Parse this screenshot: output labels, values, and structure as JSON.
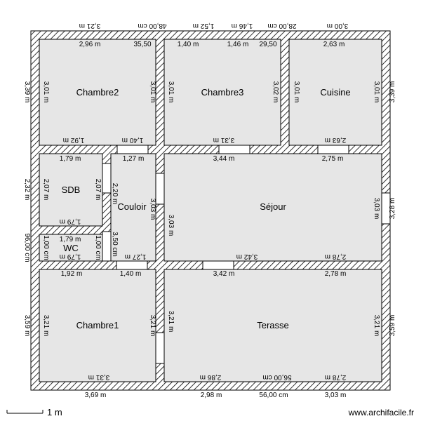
{
  "rooms": {
    "chambre2": "Chambre2",
    "chambre3": "Chambre3",
    "cuisine": "Cuisine",
    "sdb": "SDB",
    "couloir": "Couloir",
    "sejour": "Séjour",
    "wc": "WC",
    "chambre1": "Chambre1",
    "terasse": "Terasse"
  },
  "dimensions": {
    "top_outer": [
      "3,21 m",
      "48,00 cm",
      "1,52 m",
      "1,46 m",
      "28,00 cm",
      "3,00 m"
    ],
    "top_inner": [
      "2,96 m",
      "35,50",
      "1,40 m",
      "1,46 m",
      "29,50",
      "2,63 m"
    ],
    "left_outer": [
      "3,39 m",
      "2,32 m",
      "96,00 cm",
      "3,59 m"
    ],
    "right_outer": [
      "3,39 m",
      "3,28 m",
      "3,59 m"
    ],
    "bottom_outer": [
      "3,69 m",
      "2,98 m",
      "56,00 cm",
      "3,03 m"
    ],
    "chambre2_right": "3,01 m",
    "chambre2_left": "3,01 m",
    "chambre2_bottom_a": "1,92 m",
    "chambre2_bottom_b": "1,40 m",
    "chambre3_left": "3,01 m",
    "chambre3_right": "3,02 m",
    "chambre3_bottom": "3,31 m",
    "cuisine_left": "3,01 m",
    "cuisine_right": "3,01 m",
    "cuisine_bottom": "2,63 m",
    "sdb_top": "1,79 m",
    "sdb_left": "2,07 m",
    "sdb_right": "2,07 m",
    "sdb_bottom": "1,79 m",
    "couloir_top": "1,27 m",
    "couloir_left": "2,20 m",
    "couloir_right": "3,03 m",
    "couloir_left2": "3,50 cm",
    "couloir_bottom": "1,27 m",
    "sejour_top_a": "3,44 m",
    "sejour_top_b": "2,75 m",
    "sejour_left": "3,03 m",
    "sejour_right": "3,03 m",
    "sejour_bottom_a": "3,42 m",
    "sejour_bottom_b": "2,78 m",
    "wc_top": "1,79 m",
    "wc_left": "1,00 cm",
    "wc_right": "1,00 cm",
    "wc_bottom": "1,79 m",
    "chambre1_top_a": "1,92 m",
    "chambre1_top_b": "1,40 m",
    "chambre1_left": "3,21 m",
    "chambre1_right": "3,21 m",
    "chambre1_bottom": "3,31 m",
    "terasse_top_a": "3,42 m",
    "terasse_top_b": "2,78 m",
    "terasse_left": "3,21 m",
    "terasse_right": "3,21 m",
    "terasse_bottom_a": "2,86 m",
    "terasse_bottom_b": "56,00 cm",
    "terasse_bottom_c": "2,78 m"
  },
  "scale_label": "1 m",
  "watermark": "www.archifacile.fr",
  "colors": {
    "room_fill": "#e6e6e6",
    "wall": "#000000",
    "background": "#ffffff"
  }
}
